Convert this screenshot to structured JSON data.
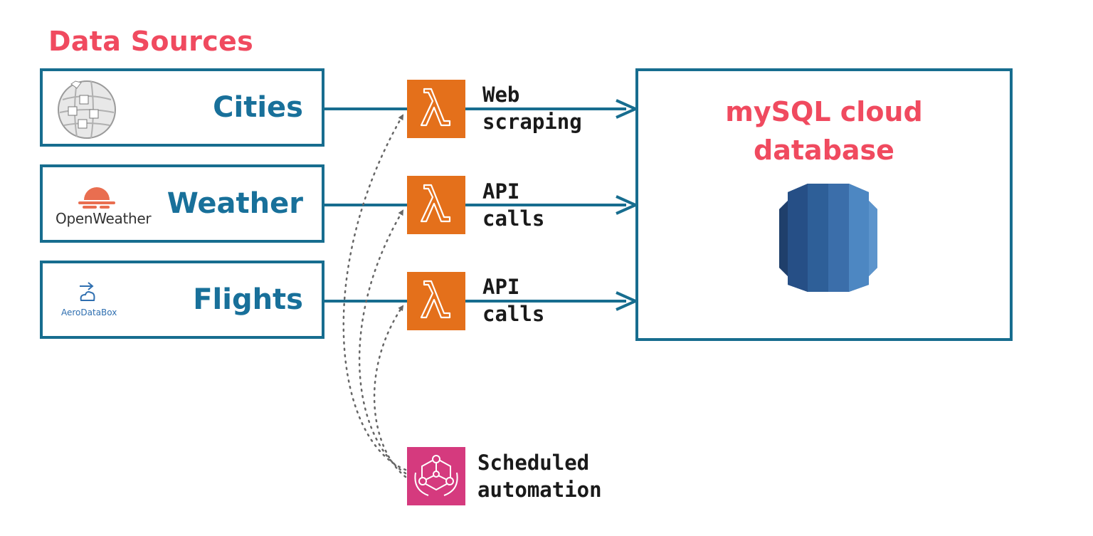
{
  "header": {
    "title": "Data Sources"
  },
  "sources": [
    {
      "label": "Cities",
      "logo_icon": "wikipedia-globe-icon"
    },
    {
      "label": "Weather",
      "logo_icon": "openweather-logo-icon",
      "logo_text": "OpenWeather"
    },
    {
      "label": "Flights",
      "logo_icon": "aerodatabox-logo-icon",
      "logo_text": "AeroDataBox"
    }
  ],
  "functions": [
    {
      "icon": "lambda-icon",
      "caption": "Web\nscraping"
    },
    {
      "icon": "lambda-icon",
      "caption": "API\ncalls"
    },
    {
      "icon": "lambda-icon",
      "caption": "API\ncalls"
    }
  ],
  "scheduler": {
    "icon": "eventbridge-icon",
    "caption": "Scheduled\nautomation"
  },
  "database": {
    "title": "mySQL cloud\ndatabase",
    "icon": "rds-database-icon"
  },
  "colors": {
    "accent": "#f04a5f",
    "border": "#176d8f",
    "source_text": "#18709a",
    "lambda": "#e4701b",
    "scheduler": "#d53a7e",
    "arrow": "#176d8f"
  }
}
